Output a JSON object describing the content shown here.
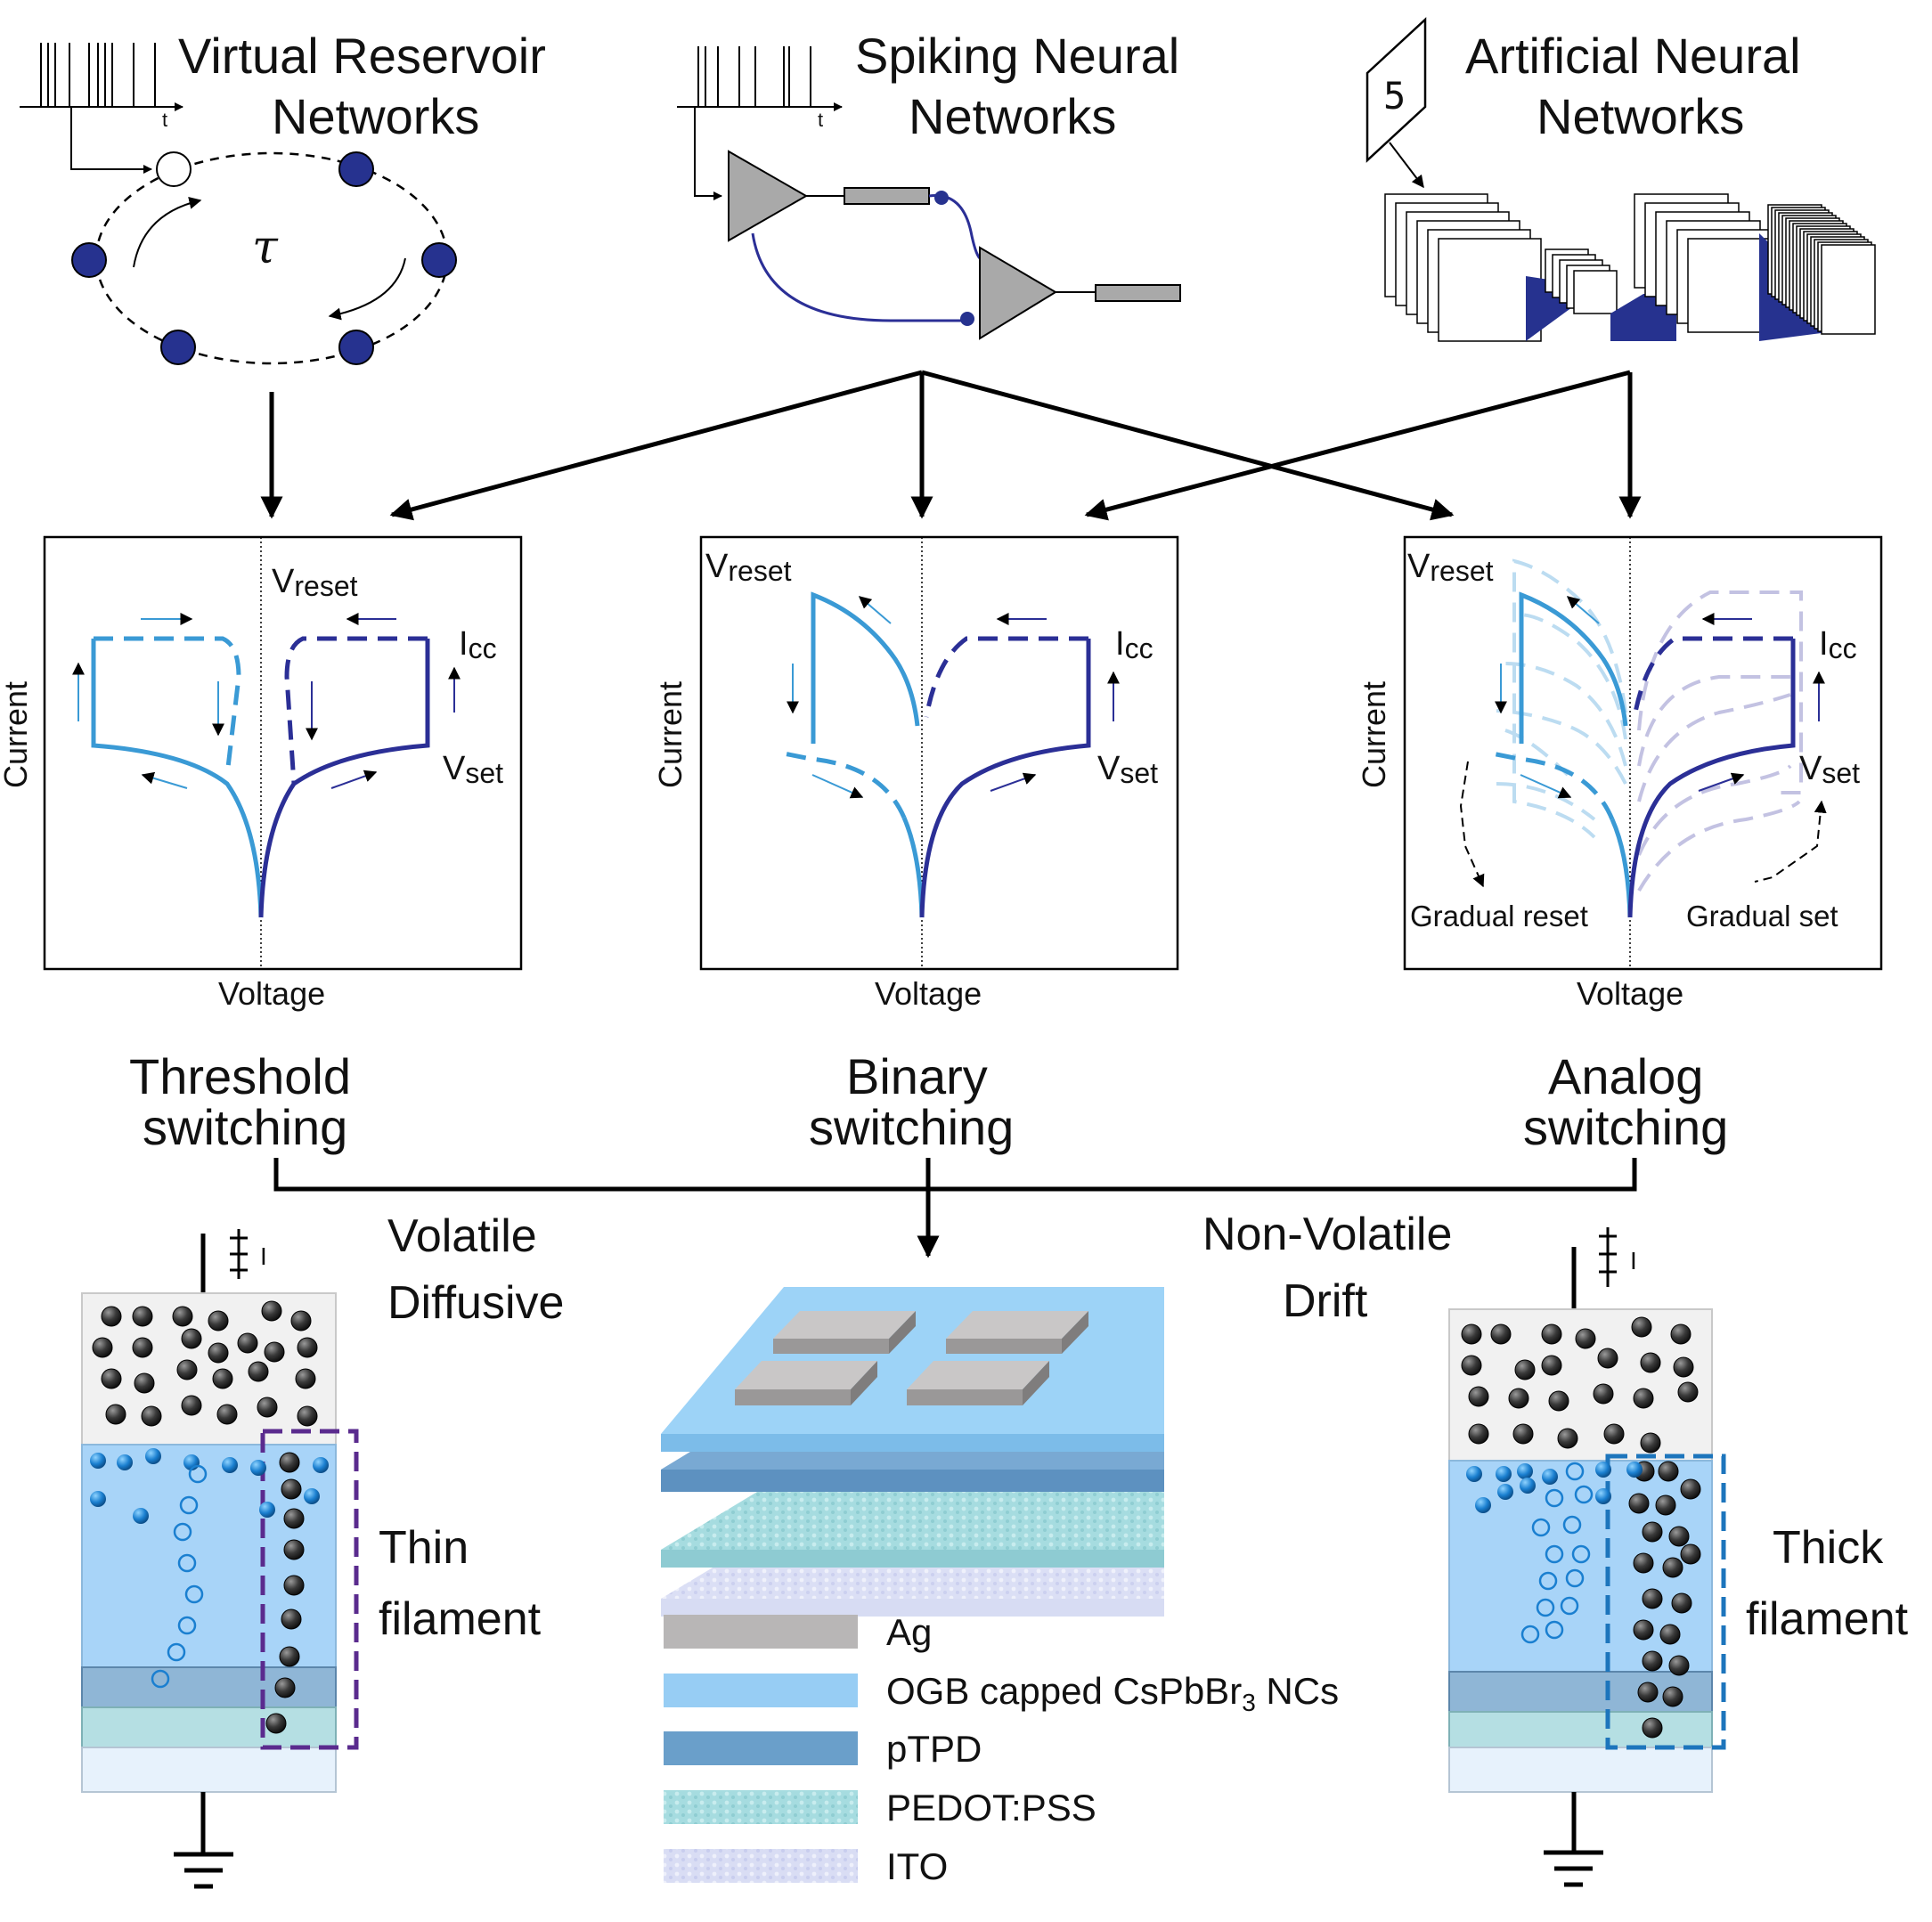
{
  "networks": {
    "reservoir": {
      "line1": "Virtual Reservoir",
      "line2": "Networks",
      "tau": "τ",
      "t": "t"
    },
    "spiking": {
      "line1": "Spiking Neural",
      "line2": "Networks",
      "t": "t"
    },
    "ann": {
      "line1": "Artificial Neural",
      "line2": "Networks",
      "digit": "5"
    }
  },
  "plots": {
    "xlabel": "Voltage",
    "ylabel": "Current",
    "vreset_main": "V",
    "vreset_sub": "reset",
    "vset_main": "V",
    "vset_sub": "set",
    "icc_main": "I",
    "icc_sub": "cc",
    "gradual_reset": "Gradual reset",
    "gradual_set": "Gradual set"
  },
  "modes": {
    "threshold": {
      "line1": "Threshold",
      "line2": "switching"
    },
    "binary": {
      "line1": "Binary",
      "line2": "switching"
    },
    "analog": {
      "line1": "Analog",
      "line2": "switching"
    }
  },
  "mechanisms": {
    "volatile": {
      "line1": "Volatile",
      "line2": "Diffusive"
    },
    "nonvolatile": {
      "line1": "Non-Volatile",
      "line2": "Drift"
    }
  },
  "filaments": {
    "thin": {
      "line1": "Thin",
      "line2": "filament",
      "current": "I"
    },
    "thick": {
      "line1": "Thick",
      "line2": "filament",
      "current": "I"
    }
  },
  "legend": [
    {
      "label": "Ag",
      "color": "#b8b6b6"
    },
    {
      "label_pre": "OGB capped CsPbBr",
      "label_sub": "3",
      "label_post": " NCs",
      "color": "#97cdf4"
    },
    {
      "label": "pTPD",
      "color": "#6a9fca"
    },
    {
      "label": "PEDOT:PSS",
      "color": "#9ed8dc"
    },
    {
      "label": "ITO",
      "color": "#d7dcf3"
    }
  ],
  "colors": {
    "light_blue": "#3a9ad5",
    "dark_blue": "#2b2f96",
    "navy_node": "#26328f",
    "faded_light": "#bcdcf1",
    "faded_dark": "#c3c2e2",
    "thin_box": "#5a2b8e",
    "thick_box": "#1d75bc"
  }
}
